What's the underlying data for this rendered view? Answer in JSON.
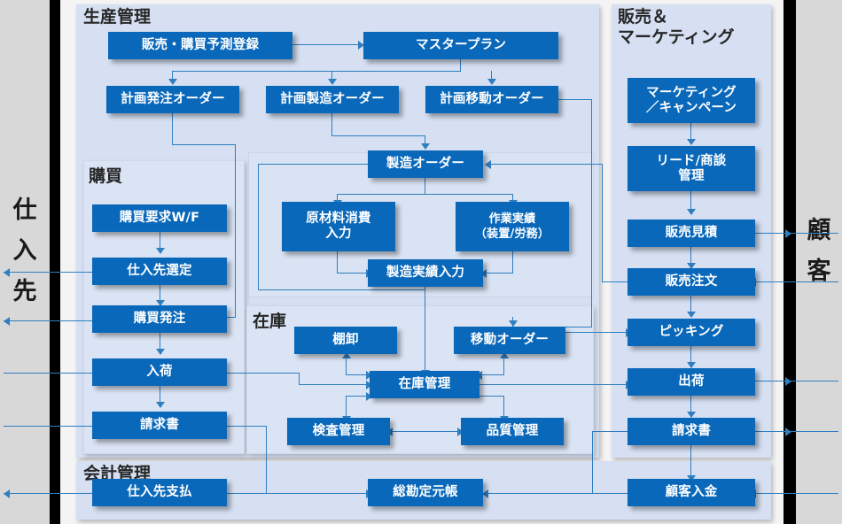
{
  "diagram": {
    "title": "ERP business process flow",
    "colors": {
      "node_fill": "#0a68ba",
      "node_text": "#ffffff",
      "panel_fill": "#d6e0f2",
      "panel_inner_fill": "#dbe4f4",
      "connector": "#2f7ec0",
      "canvas": "#f4f4f4",
      "outer_band": "#d8d8d8",
      "divider": "#000000"
    }
  },
  "actors": {
    "left": {
      "label": "仕入先",
      "chars": [
        "仕",
        "入",
        "先"
      ]
    },
    "right": {
      "label": "顧客",
      "chars": [
        "顧",
        "客"
      ]
    }
  },
  "panels": {
    "production": {
      "title": "生産管理"
    },
    "purchasing": {
      "title": "購買"
    },
    "inventory": {
      "title": "在庫"
    },
    "sales_marketing": {
      "title": "販売＆\nマーケティング"
    },
    "accounting": {
      "title": "会計管理"
    }
  },
  "nodes": {
    "forecast_registration": "販売・購買予測登録",
    "master_plan": "マスタープラン",
    "planned_purchase_order": "計画発注オーダー",
    "planned_production_order": "計画製造オーダー",
    "planned_transfer_order": "計画移動オーダー",
    "production_order": "製造オーダー",
    "raw_material_consumption": "原材料消費\n入力",
    "work_result": "作業実績\n（装置/労務）",
    "production_result_input": "製造実績入力",
    "purchase_request_wf": "購買要求W/F",
    "supplier_selection": "仕入先選定",
    "purchase_order": "購買発注",
    "goods_receipt": "入荷",
    "purchase_invoice": "請求書",
    "stocktaking": "棚卸",
    "transfer_order": "移動オーダー",
    "inventory_management": "在庫管理",
    "inspection_management": "検査管理",
    "quality_management": "品質管理",
    "marketing_campaign": "マーケティング\n／キャンペーン",
    "lead_opportunity": "リード/商談\n管理",
    "sales_quotation": "販売見積",
    "sales_order": "販売注文",
    "picking": "ピッキング",
    "shipping": "出荷",
    "sales_invoice": "請求書",
    "supplier_payment": "仕入先支払",
    "general_ledger": "総勘定元帳",
    "customer_payment": "顧客入金"
  }
}
